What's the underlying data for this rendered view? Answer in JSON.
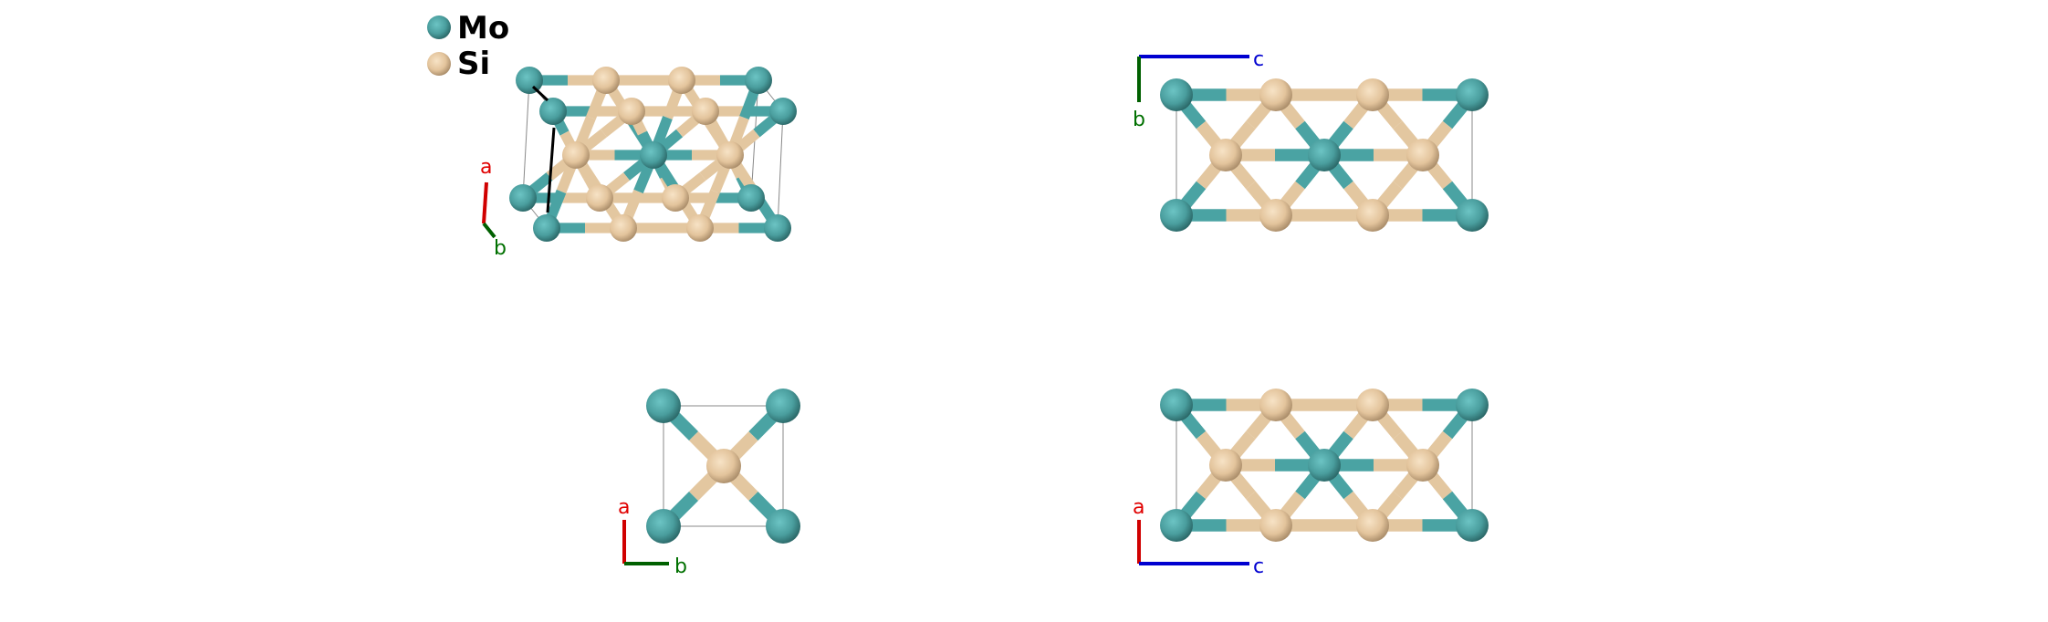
{
  "legend": [
    {
      "label": "Mo",
      "color": "#4aa3a3"
    },
    {
      "label": "Si",
      "color": "#e8c9a0"
    }
  ],
  "panels": [
    {
      "name": "perspective-view",
      "axes": {
        "first": "a",
        "second": "b"
      }
    },
    {
      "name": "view-along-a",
      "axes": {
        "first": "c",
        "second": "b"
      }
    },
    {
      "name": "view-along-c",
      "axes": {
        "first": "a",
        "second": "b"
      }
    },
    {
      "name": "view-along-b",
      "axes": {
        "first": "a",
        "second": "c"
      }
    }
  ],
  "colors": {
    "a_axis": "#e00000",
    "b_axis": "#007000",
    "c_axis": "#0000d0",
    "Mo": "#4aa3a3",
    "Si": "#e8c9a0"
  }
}
